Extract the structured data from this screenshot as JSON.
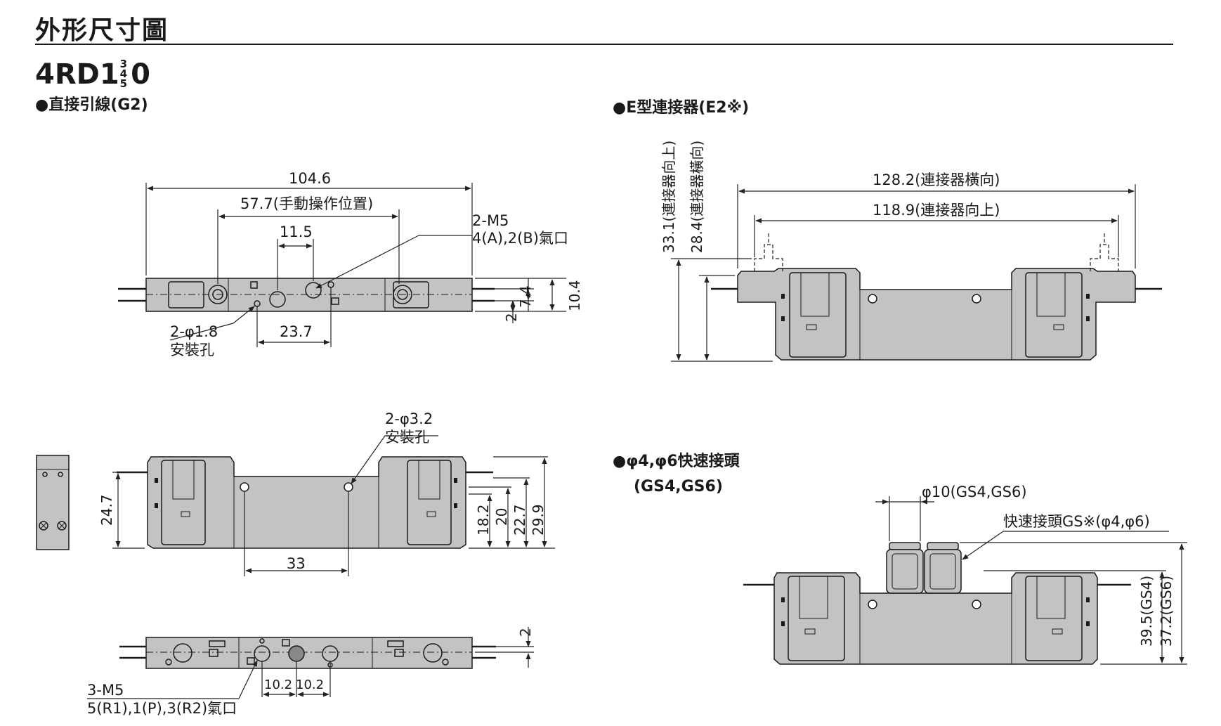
{
  "header": {
    "title": "外形尺寸圖"
  },
  "model": {
    "prefix": "4RD1",
    "frac": [
      "3",
      "4",
      "5"
    ],
    "suffix": "0"
  },
  "sections": {
    "g2": "●直接引線(G2)",
    "e2": "●E型連接器(E2※)",
    "gs_line1": "●φ4,φ6快速接頭",
    "gs_line2": "(GS4,GS6)"
  },
  "g2_top": {
    "d_104_6": "104.6",
    "d_57_7": "57.7(手動操作位置)",
    "d_11_5": "11.5",
    "d_23_7": "23.7",
    "d_7_4": "7.4",
    "d_10_4": "10.4",
    "d_2": "2",
    "m5_a": "2-M5",
    "m5_b": "4(A),2(B)氣口",
    "hole_a": "2-φ1.8",
    "hole_b": "安裝孔"
  },
  "g2_side": {
    "hole_a": "2-φ3.2",
    "hole_b": "安裝孔",
    "d_24_7": "24.7",
    "d_33": "33",
    "d_18_2": "18.2",
    "d_20": "20",
    "d_22_7": "22.7",
    "d_29_9": "29.9"
  },
  "g2_bottom": {
    "d_2": "2",
    "d_10_2a": "10.2",
    "d_10_2b": "10.2",
    "m5_a": "3-M5",
    "m5_b": "5(R1),1(P),3(R2)氣口"
  },
  "e2": {
    "d_128_2": "128.2(連接器橫向)",
    "d_118_9": "118.9(連接器向上)",
    "d_33_1": "33.1(連接器向上)",
    "d_28_4": "28.4(連接器橫向)"
  },
  "gs": {
    "d_phi10": "φ10(GS4,GS6)",
    "fitting": "快速接頭GS※(φ4,φ6)",
    "d_39_5": "39.5(GS4)",
    "d_37_2": "37.2(GS6)"
  },
  "colors": {
    "body": "#c3c3c3",
    "outline": "#1a1a1a",
    "line": "#222222"
  }
}
